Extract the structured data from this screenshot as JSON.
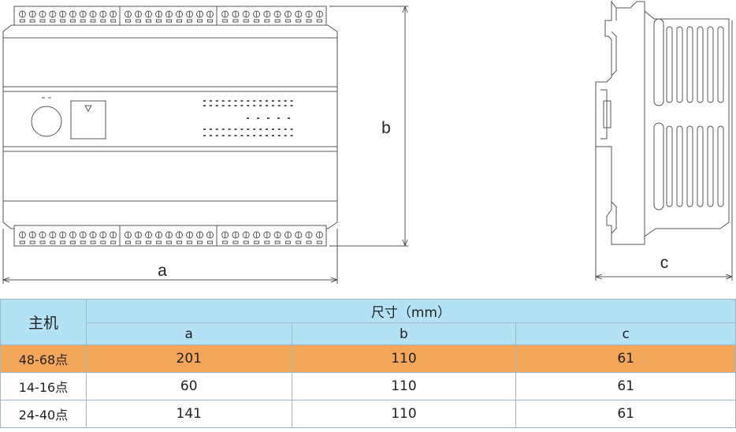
{
  "dimensions": {
    "a_label": "a",
    "b_label": "b",
    "c_label": "c"
  },
  "table": {
    "host_header": "主机",
    "size_header": "尺寸（mm）",
    "columns": [
      "a",
      "b",
      "c"
    ],
    "rows": [
      {
        "model": "48-68点",
        "a": "201",
        "b": "110",
        "c": "61",
        "highlighted": true
      },
      {
        "model": "14-16点",
        "a": "60",
        "b": "110",
        "c": "61",
        "highlighted": false
      },
      {
        "model": "24-40点",
        "a": "141",
        "b": "110",
        "c": "61",
        "highlighted": false
      }
    ]
  },
  "colors": {
    "header_bg": "#b3e2f5",
    "highlight_row_bg": "#f4a75a",
    "line": "#555555"
  }
}
